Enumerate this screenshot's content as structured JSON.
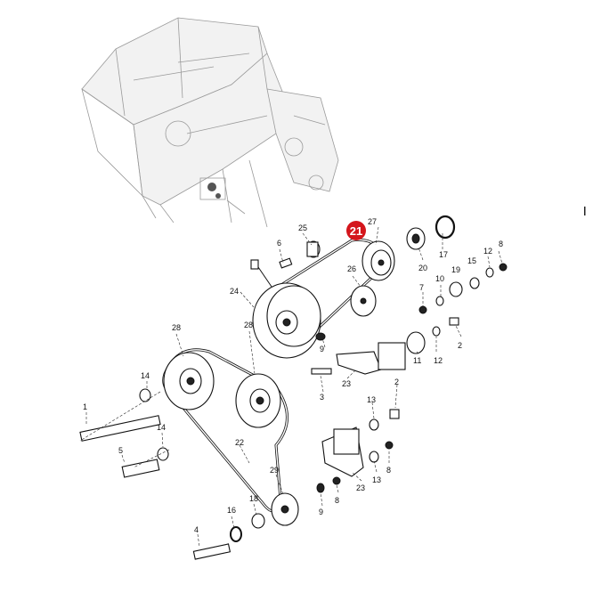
{
  "highlight": {
    "label": "21",
    "color": "#d4161c"
  },
  "labels": {
    "p27": "27",
    "p25": "25",
    "p6": "6",
    "p17": "17",
    "p20": "20",
    "p12a": "12",
    "p8a": "8",
    "p15": "15",
    "p19": "19",
    "p10": "10",
    "p7": "7",
    "p26": "26",
    "p24": "24",
    "p9a": "9",
    "p11": "11",
    "p12b": "12",
    "p2a": "2",
    "p28a": "28",
    "p28b": "28",
    "p3": "3",
    "p23a": "23",
    "p14a": "14",
    "p2b": "2",
    "p13a": "13",
    "p1": "1",
    "p14b": "14",
    "p22": "22",
    "p8b": "8",
    "p5": "5",
    "p13b": "13",
    "p23b": "23",
    "p29": "29",
    "p18": "18",
    "p16": "16",
    "p9b": "9",
    "p8c": "8",
    "p4": "4"
  }
}
